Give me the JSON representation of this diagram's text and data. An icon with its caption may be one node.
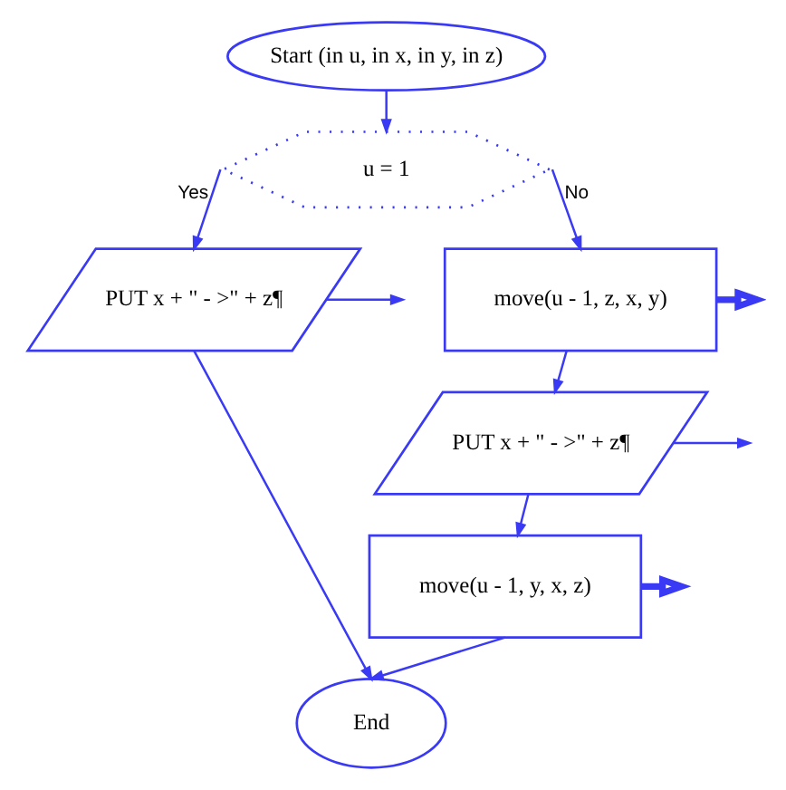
{
  "diagram": {
    "nodes": [
      {
        "text": [
          "Start (in u, in x, in y, in z)"
        ]
      },
      {
        "text": [
          "u = 1"
        ]
      },
      {
        "text": [
          "PUT x + \" - >\" + z¶"
        ]
      },
      {
        "text": [
          "move(u - 1, z, x, y)"
        ]
      },
      {
        "text": [
          "PUT x + \" - >\" + z¶"
        ]
      },
      {
        "text": [
          "move(u - 1, y, x, z)"
        ]
      },
      {
        "text": [
          "End"
        ]
      }
    ],
    "edges": [
      {
        "from": 0,
        "to": 1,
        "arrow": "to"
      },
      {
        "from": 1,
        "to": 2,
        "arrow": "to",
        "label": "Yes"
      },
      {
        "from": 1,
        "to": 3,
        "arrow": "to",
        "label": "No"
      },
      {
        "from": 2,
        "to": null,
        "arrow": "to"
      },
      {
        "from": 3,
        "to": null,
        "arrow": "to",
        "style": "thick"
      },
      {
        "from": 3,
        "to": 4,
        "arrow": "to"
      },
      {
        "from": 4,
        "to": null,
        "arrow": "to"
      },
      {
        "from": 4,
        "to": 5,
        "arrow": "to"
      },
      {
        "from": 5,
        "to": null,
        "arrow": "to",
        "style": "thick"
      },
      {
        "from": 2,
        "to": 6,
        "arrow": "to"
      },
      {
        "from": 5,
        "to": 6,
        "arrow": "to"
      }
    ]
  }
}
